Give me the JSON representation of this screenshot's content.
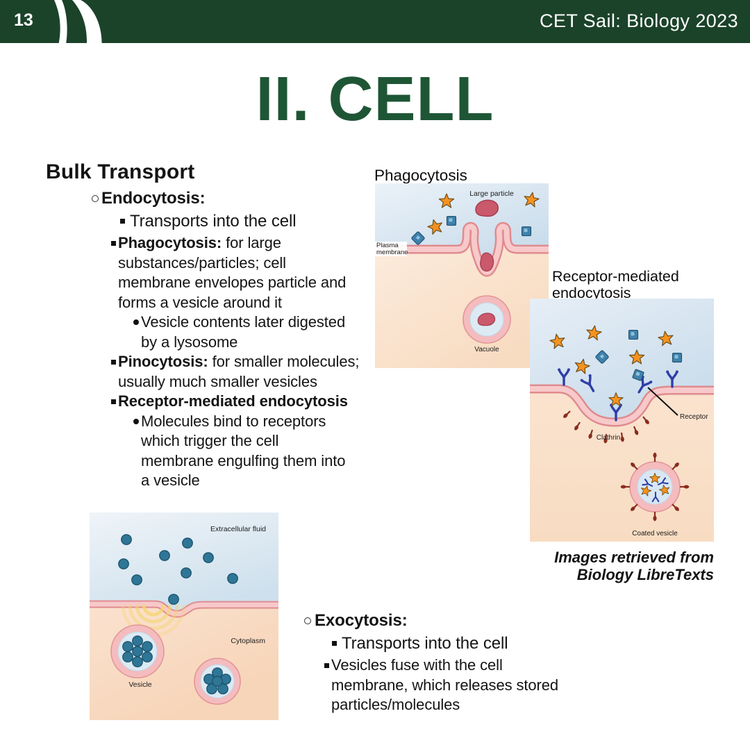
{
  "header": {
    "page_number": "13",
    "title": "CET Sail: Biology 2023",
    "bg_color": "#1B4329",
    "logo": "sail-logo"
  },
  "slide": {
    "title": "II. CELL",
    "title_color": "#1E5635"
  },
  "content": {
    "heading": "Bulk Transport",
    "endo_label": "Endocytosis:",
    "endo_transports": "Transports into the cell",
    "phago_term": "Phagocytosis:",
    "phago_l1": "for large",
    "phago_l2": "substances/particles; cell",
    "phago_l3": "membrane envelopes particle and",
    "phago_l4": "forms a vesicle around it",
    "phago_sub_l1": "Vesicle contents later digested",
    "phago_sub_l2": "by a lysosome",
    "pino_term": "Pinocytosis:",
    "pino_l1": "for smaller molecules;",
    "pino_l2": "usually much smaller vesicles",
    "rme_term": "Receptor-mediated endocytosis",
    "rme_sub_l1": "Molecules bind to receptors",
    "rme_sub_l2": "which trigger the cell",
    "rme_sub_l3": "membrane engulfing them into",
    "rme_sub_l4": "a vesicle",
    "exo_label": "Exocytosis:",
    "exo_transports": "Transports into the cell",
    "exo_l1": "Vesicles fuse with the cell",
    "exo_l2": "membrane, which releases stored",
    "exo_l3": "particles/molecules"
  },
  "diagrams": {
    "phagocytosis": {
      "title": "Phagocytosis",
      "labels": {
        "large_particle": "Large particle",
        "plasma_1": "Plasma",
        "plasma_2": "membrane",
        "vacuole": "Vacuole"
      }
    },
    "rme": {
      "title_line1": "Receptor-mediated",
      "title_line2": "endocytosis",
      "labels": {
        "clathrin": "Clathrin",
        "receptor": "Receptor",
        "coated_vesicle": "Coated vesicle"
      }
    },
    "pinocytosis": {
      "labels": {
        "extracellular": "Extracellular fluid",
        "cytoplasm": "Cytoplasm",
        "vesicle": "Vesicle"
      }
    },
    "colors": {
      "membrane_outline": "#E08B8E",
      "membrane_fill": "#F7C9CA",
      "extracellular_blue": "#D5E3EF",
      "cytoplasm_peach": "#FAE3CD",
      "star_orange": "#F6921E",
      "molecule_blue": "#3E81AC",
      "receptor_blue": "#2F3FA8",
      "clathrin_red": "#8A2D1F",
      "dot_teal": "#2F7696"
    }
  },
  "credit": {
    "line1": "Images retrieved from",
    "line2": "Biology LibreTexts"
  }
}
